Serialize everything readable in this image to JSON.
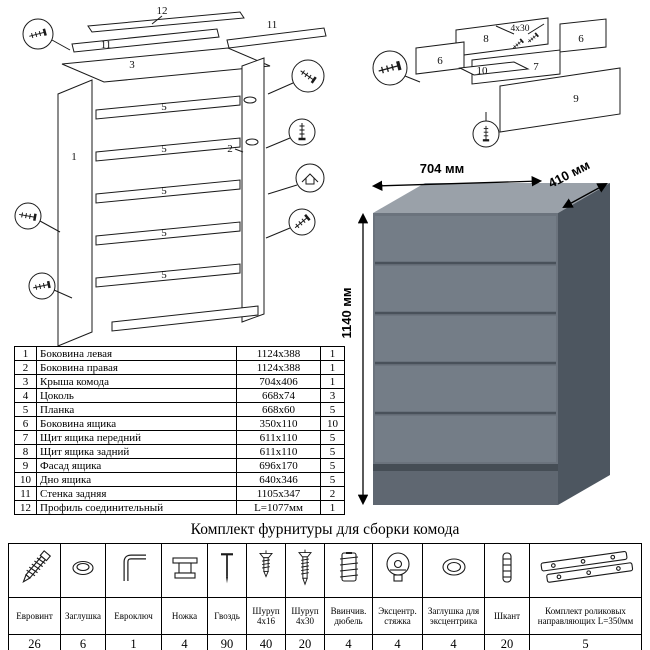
{
  "render": {
    "width_label": "704 мм",
    "depth_label": "410 мм",
    "height_label": "1140 мм",
    "colors": {
      "top": "#9aa1a9",
      "front": "#6b737d",
      "drawer": "#747d87",
      "side": "#4d5660",
      "plinth": "#5f6771",
      "shadow": "#454d55"
    }
  },
  "main_diagram": {
    "labels": {
      "p12": "12",
      "p11a": "11",
      "p11b": "11",
      "p3": "3",
      "p1": "1",
      "p2": "2",
      "p5a": "5",
      "p5b": "5",
      "p5c": "5",
      "p5d": "5",
      "p5e": "5"
    }
  },
  "drawer_diagram": {
    "labels": {
      "p8": "8",
      "screw": "4х30",
      "p6a": "6",
      "p6b": "6",
      "p7": "7",
      "p10": "10",
      "p9": "9"
    }
  },
  "parts_table": {
    "rows": [
      {
        "num": "1",
        "name": "Боковина левая",
        "size": "1124x388",
        "qty": "1"
      },
      {
        "num": "2",
        "name": "Боковина правая",
        "size": "1124x388",
        "qty": "1"
      },
      {
        "num": "3",
        "name": "Крыша комода",
        "size": "704x406",
        "qty": "1"
      },
      {
        "num": "4",
        "name": "Цоколь",
        "size": "668x74",
        "qty": "3"
      },
      {
        "num": "5",
        "name": "Планка",
        "size": "668x60",
        "qty": "5"
      },
      {
        "num": "6",
        "name": "Боковина ящика",
        "size": "350x110",
        "qty": "10"
      },
      {
        "num": "7",
        "name": "Щит ящика передний",
        "size": "611x110",
        "qty": "5"
      },
      {
        "num": "8",
        "name": "Щит ящика задний",
        "size": "611x110",
        "qty": "5"
      },
      {
        "num": "9",
        "name": "Фасад ящика",
        "size": "696x170",
        "qty": "5"
      },
      {
        "num": "10",
        "name": "Дно ящика",
        "size": "640x346",
        "qty": "5"
      },
      {
        "num": "11",
        "name": "Стенка задняя",
        "size": "1105x347",
        "qty": "2"
      },
      {
        "num": "12",
        "name": "Профиль соединительный",
        "size": "L=1077мм",
        "qty": "1"
      }
    ]
  },
  "hardware": {
    "title": "Комплект фурнитуры для сборки комода",
    "items": [
      {
        "icon": "confirmat-screw-icon",
        "label": "Евровинт",
        "qty": "26"
      },
      {
        "icon": "cap-plug-icon",
        "label": "Заглушка",
        "qty": "6"
      },
      {
        "icon": "hex-key-icon",
        "label": "Евроключ",
        "qty": "1"
      },
      {
        "icon": "furniture-leg-icon",
        "label": "Ножка",
        "qty": "4"
      },
      {
        "icon": "nail-icon",
        "label": "Гвоздь",
        "qty": "90"
      },
      {
        "icon": "screw-4x16-icon",
        "label": "Шуруп 4х16",
        "qty": "40"
      },
      {
        "icon": "screw-4x30-icon",
        "label": "Шуруп 4х30",
        "qty": "20"
      },
      {
        "icon": "threaded-dowel-icon",
        "label": "Ввинчив. дюбель",
        "qty": "4"
      },
      {
        "icon": "cam-lock-icon",
        "label": "Эксцентр. стяжка",
        "qty": "4"
      },
      {
        "icon": "cam-cap-icon",
        "label": "Заглушка для эксцентрика",
        "qty": "4"
      },
      {
        "icon": "wood-dowel-icon",
        "label": "Шкант",
        "qty": "20"
      },
      {
        "icon": "roller-slides-icon",
        "label": "Комплект роликовых направляющих L=350мм",
        "qty": "5"
      }
    ]
  }
}
